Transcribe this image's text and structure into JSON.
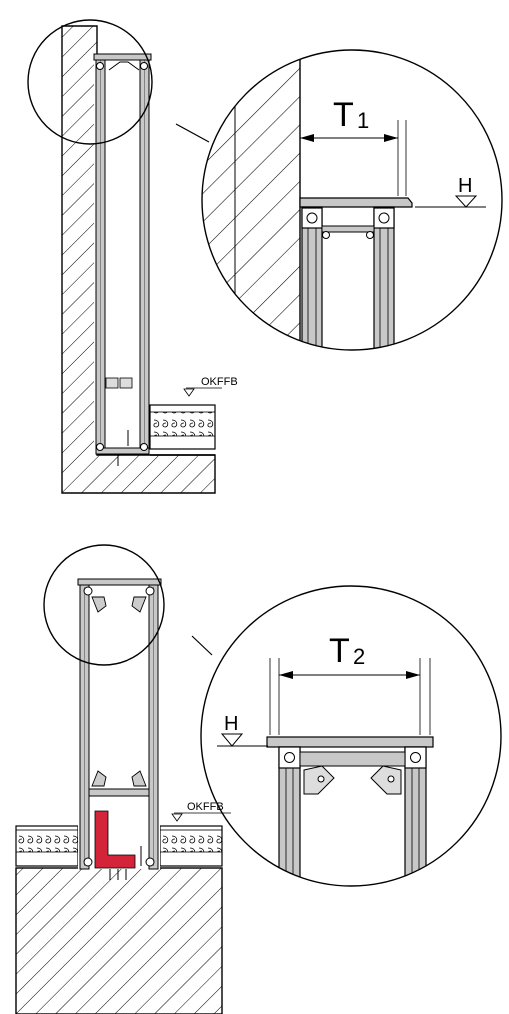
{
  "top_detail": {
    "dimension_label_main": "T",
    "dimension_label_sub": "1",
    "height_label": "H",
    "floor_label": "OKFFB"
  },
  "bottom_detail": {
    "dimension_label_main": "T",
    "dimension_label_sub": "2",
    "height_label": "H",
    "floor_label": "OKFFB"
  },
  "colors": {
    "line": "#000000",
    "frame": "#c8c8c8",
    "frame_dark": "#9a9a9a",
    "bracket": "#d3243a"
  }
}
